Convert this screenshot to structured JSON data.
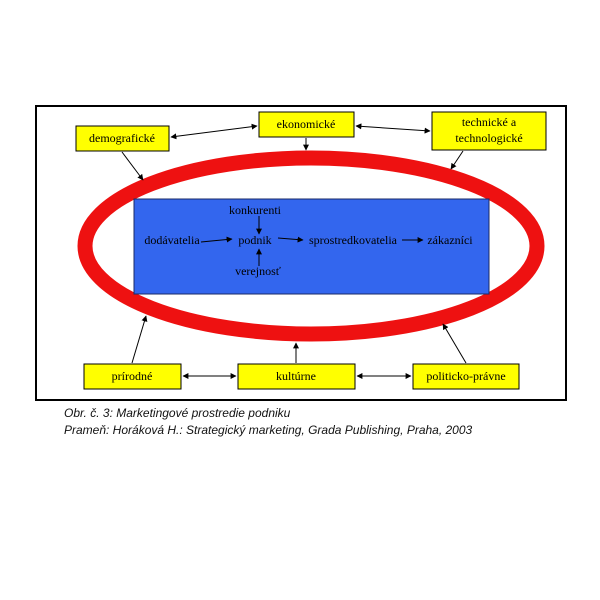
{
  "colors": {
    "frame": "#000000",
    "factor_fill": "#ffff00",
    "ring": "#ee1111",
    "core": "#3366ee"
  },
  "factors": {
    "demographic": "demografické",
    "economic": "ekonomické",
    "technological_line1": "technické a",
    "technological_line2": "technologické",
    "natural": "prírodné",
    "cultural": "kultúrne",
    "political": "politicko-právne"
  },
  "core": {
    "competitors": "konkurenti",
    "suppliers": "dodávatelia",
    "company": "podnik",
    "intermediaries": "sprostredkovatelia",
    "customers": "zákazníci",
    "public": "verejnosť"
  },
  "caption": {
    "figure": "Obr. č. 3: Marketingové prostredie podniku",
    "source": "Prameň: Horáková H.: Strategický marketing, Grada Publishing, Praha, 2003"
  }
}
